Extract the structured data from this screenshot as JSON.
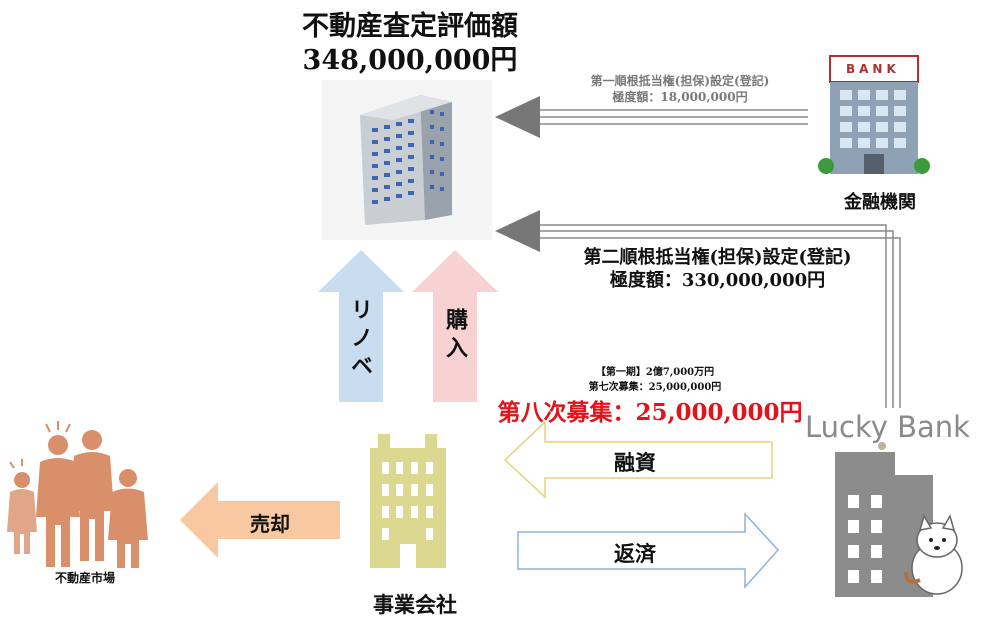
{
  "property": {
    "title": "不動産査定評価額",
    "value": "348,000,000円"
  },
  "first_lien": {
    "line1": "第一順根抵当権(担保)設定(登記)",
    "line2": "極度額：18,000,000円"
  },
  "second_lien": {
    "line1": "第二順根抵当権(担保)設定(登記)",
    "line2": "極度額：330,000,000円"
  },
  "fundraise": {
    "period": "【第一期】2億7,000万円",
    "seventh": "第七次募集：25,000,000円",
    "eighth": "第八次募集：25,000,000円"
  },
  "bank": {
    "sign": "BANK",
    "label": "金融機関"
  },
  "lucky_bank": {
    "logo": "Lucky Bank"
  },
  "company": {
    "label": "事業会社"
  },
  "market": {
    "label": "不動産市場"
  },
  "arrows": {
    "renovation": "リノベ",
    "purchase": "購入",
    "financing": "融資",
    "repayment": "返済",
    "sale": "売却"
  },
  "colors": {
    "renovation_arrow": "#c9ddf0",
    "purchase_arrow": "#f8d2d2",
    "sale_arrow": "#f8c9a0",
    "financing_arrow": "#f5ecb2",
    "repayment_arrow": "#c7dcf0",
    "company_building": "#dcd88f",
    "market_people": "#d9906a",
    "eighth_raise_text": "#e0141a",
    "lien_arrow": "#777777"
  }
}
